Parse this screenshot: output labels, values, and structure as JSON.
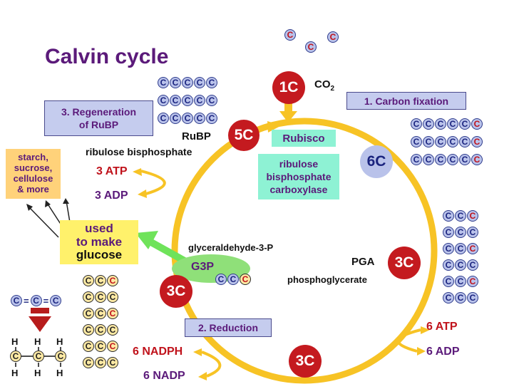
{
  "title": "Calvin cycle",
  "co2": {
    "label": "CO",
    "subscript": "2",
    "node": "1C",
    "free_carbons": [
      "C",
      "C",
      "C"
    ]
  },
  "steps": {
    "fixation": "1. Carbon fixation",
    "reduction": "2. Reduction",
    "regeneration_line1": "3. Regeneration",
    "regeneration_line2": "of RuBP"
  },
  "nodes": {
    "rubp": "5C",
    "six_c": "6C",
    "pga": "3C",
    "bottom": "3C",
    "g3p": "3C"
  },
  "labels": {
    "rubp": "RuBP",
    "rubp_full": "ribulose bisphosphate",
    "rubisco": "Rubisco",
    "rubisco_full_1": "ribulose",
    "rubisco_full_2": "bisphosphate",
    "rubisco_full_3": "carboxylase",
    "pga": "PGA",
    "pga_full": "phosphoglycerate",
    "g3p": "G3P",
    "g3p_full": "glyceraldehyde-3-P",
    "glucose_1": "used",
    "glucose_2": "to make",
    "glucose_3": "glucose",
    "starch_1": "starch,",
    "starch_2": "sucrose,",
    "starch_3": "cellulose",
    "starch_4": "& more"
  },
  "energy": {
    "atp_6": "6 ATP",
    "adp_6": "6 ADP",
    "nadph_6": "6 NADPH",
    "nadp_6": "6 NADP",
    "atp_3": "3 ATP",
    "adp_3": "3 ADP"
  },
  "molecule": {
    "top": [
      "C",
      "=",
      "C",
      "=",
      "C"
    ],
    "h": "H",
    "c": "C"
  },
  "carbon_glyph": "C",
  "colors": {
    "ring": "#f7c325",
    "red_node": "#c41a1f",
    "purple": "#5b1a7a",
    "blue_box": "#c5ccee",
    "green": "#8fe079",
    "teal_box": "#8ef2d4",
    "yellow_box": "#fff16b",
    "arrow_green": "#6fe35a"
  }
}
